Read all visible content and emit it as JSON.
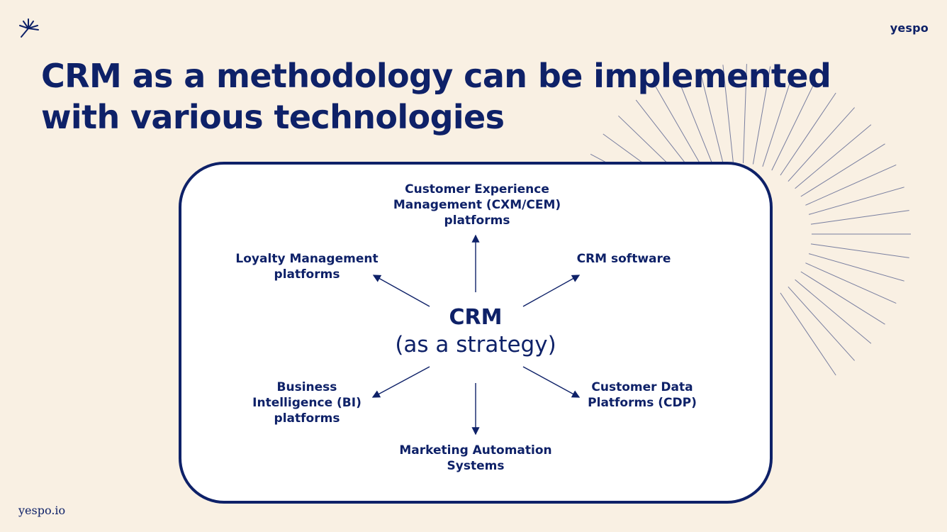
{
  "header": {
    "logo_icon": "dandelion-burst-icon",
    "brand": "yespo"
  },
  "slide": {
    "title": "CRM as a methodology can be implemented with various technologies"
  },
  "diagram": {
    "center": {
      "title": "CRM",
      "subtitle": "(as a strategy)"
    },
    "nodes": {
      "top": "Customer Experience\nManagement (CXM/CEM)\nplatforms",
      "top_left": "Loyalty Management\nplatforms",
      "top_right": "CRM software",
      "bottom_left": "Business\nIntelligence (BI)\nplatforms",
      "bottom_right": "Customer Data\nPlatforms (CDP)",
      "bottom": "Marketing Automation\nSystems"
    }
  },
  "footer": {
    "site": "yespo.io"
  },
  "colors": {
    "background": "#f9f0e3",
    "navy": "#0e2168",
    "panel": "#ffffff"
  }
}
